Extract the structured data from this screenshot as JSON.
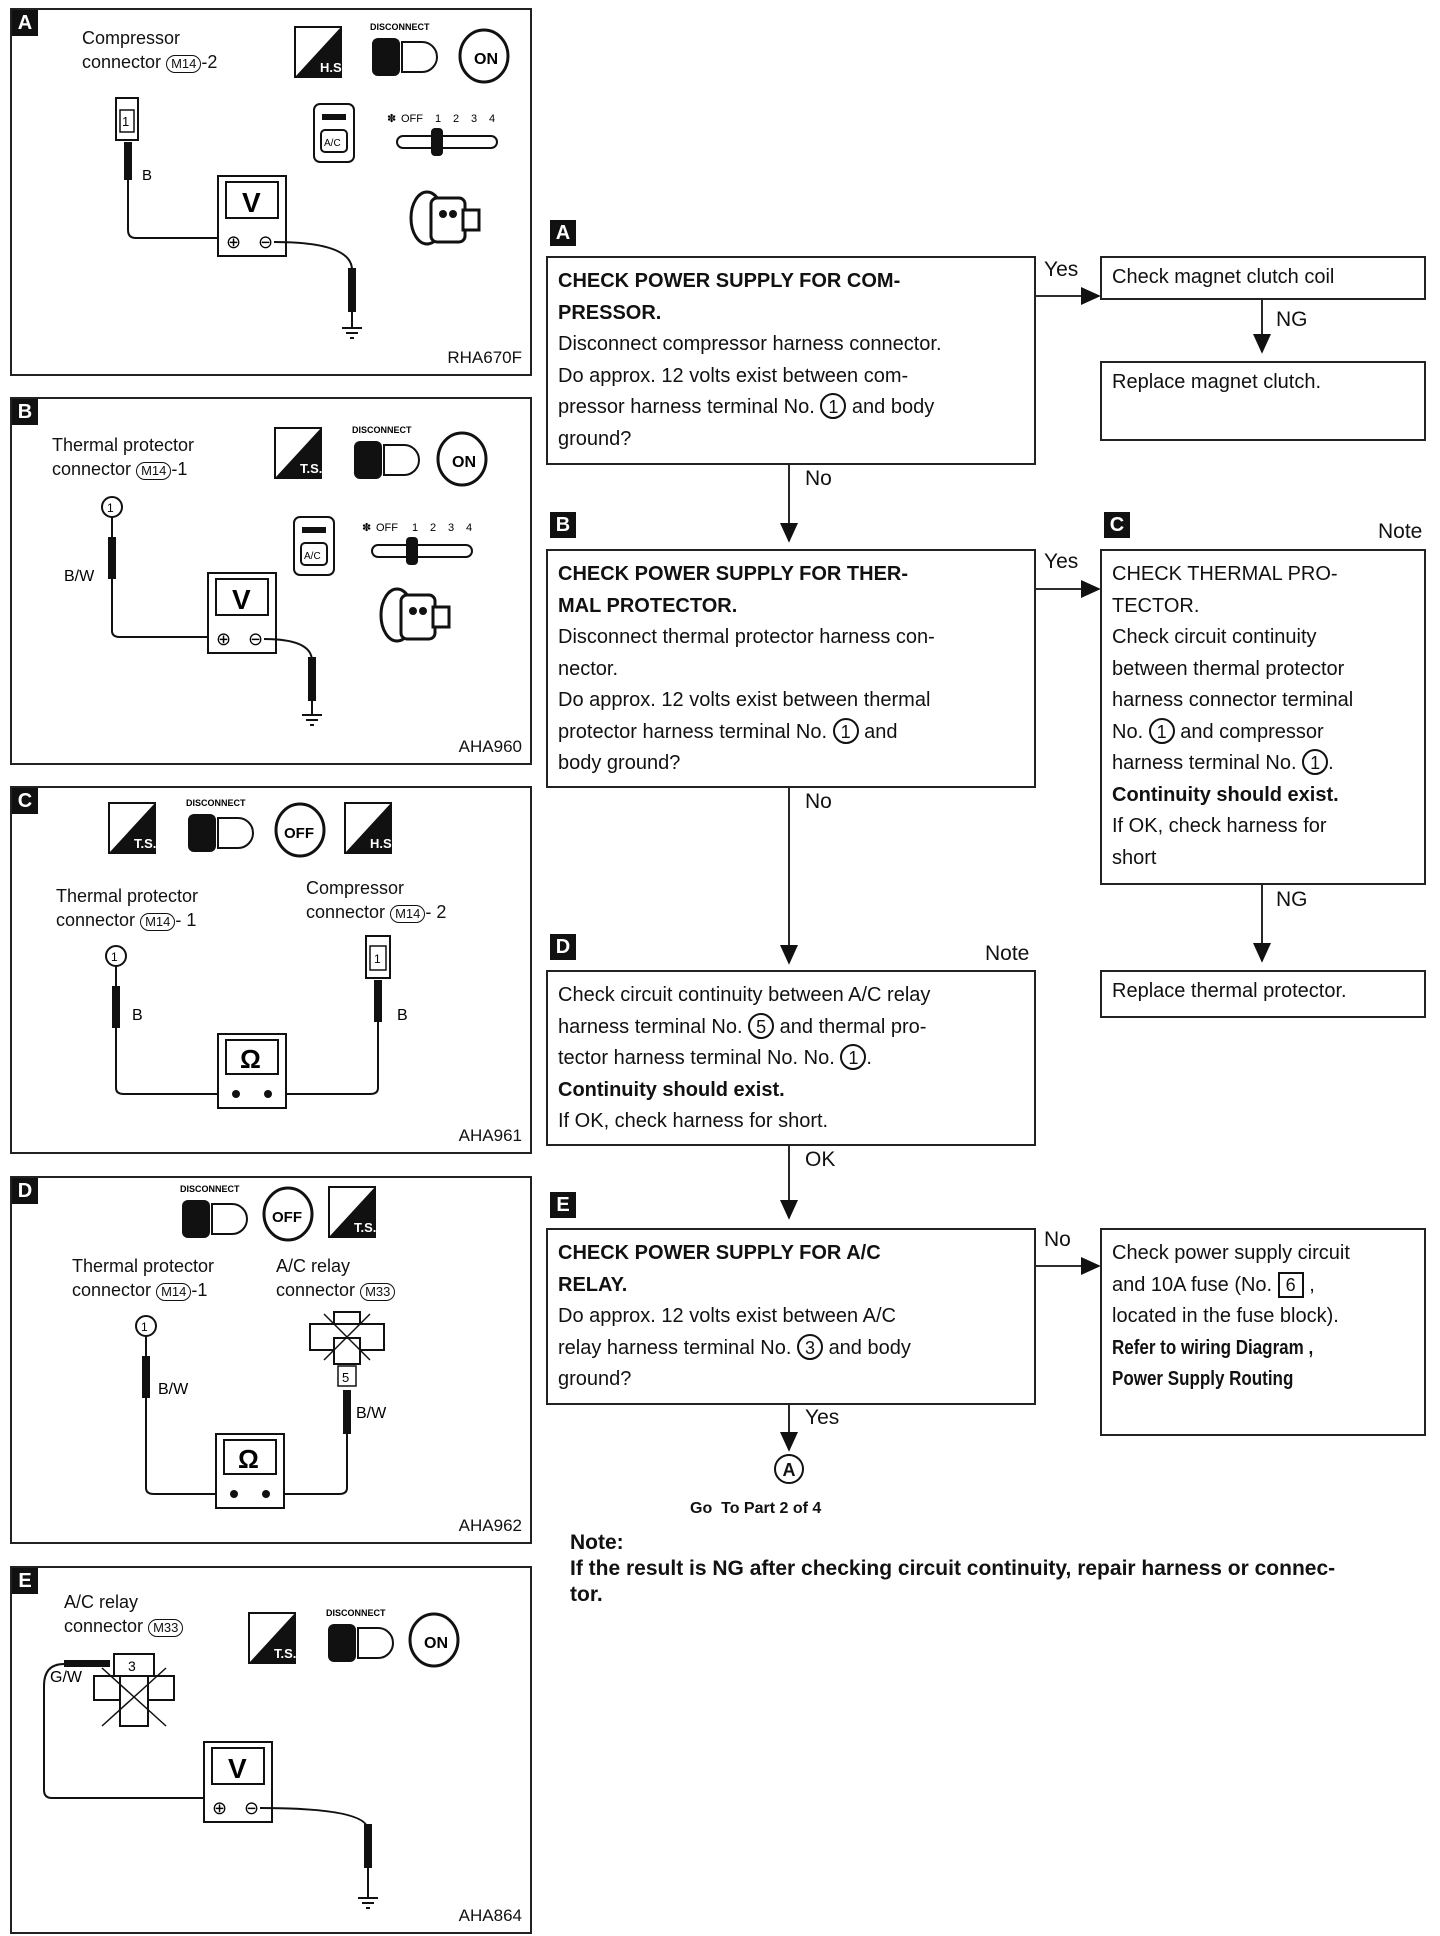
{
  "panels": {
    "a": {
      "tag": "A",
      "connector_line1": "Compressor",
      "connector_line2": "connector",
      "conn_id": "M14",
      "conn_suffix": "-2",
      "wire": "B",
      "code": "RHA670F",
      "hs": "H.S.",
      "disc": "DISCONNECT",
      "on": "ON",
      "ac": "A/C",
      "fan": "OFF",
      "speeds": [
        "1",
        "2",
        "3",
        "4"
      ],
      "pin": "1",
      "meter": "V"
    },
    "b": {
      "tag": "B",
      "connector_line1": "Thermal protector",
      "connector_line2": "connector",
      "conn_id": "M14",
      "conn_suffix": "-1",
      "wire": "B/W",
      "code": "AHA960",
      "ts": "T.S.",
      "disc": "DISCONNECT",
      "on": "ON",
      "ac": "A/C",
      "fan": "OFF",
      "speeds": [
        "1",
        "2",
        "3",
        "4"
      ],
      "pin": "1",
      "meter": "V"
    },
    "c": {
      "tag": "C",
      "left_line1": "Thermal protector",
      "left_line2": "connector",
      "left_id": "M14",
      "left_suffix": "- 1",
      "right_line1": "Compressor",
      "right_line2": "connector",
      "right_id": "M14",
      "right_suffix": "- 2",
      "wire_left": "B",
      "wire_right": "B",
      "code": "AHA961",
      "ts": "T.S.",
      "hs": "H.S.",
      "disc": "DISCONNECT",
      "off": "OFF",
      "pin_left": "1",
      "pin_right": "1",
      "meter": "Ω"
    },
    "d": {
      "tag": "D",
      "left_line1": "Thermal protector",
      "left_line2": "connector",
      "left_id": "M14",
      "left_suffix": "-1",
      "right_line1": "A/C relay",
      "right_line2": "connector",
      "right_id": "M33",
      "wire_left": "B/W",
      "wire_right": "B/W",
      "code": "AHA962",
      "ts": "T.S.",
      "disc": "DISCONNECT",
      "off": "OFF",
      "pin_left": "1",
      "pin_right": "5",
      "meter": "Ω"
    },
    "e": {
      "tag": "E",
      "connector_line1": "A/C relay",
      "connector_line2": "connector",
      "conn_id": "M33",
      "wire": "G/W",
      "code": "AHA864",
      "ts": "T.S.",
      "disc": "DISCONNECT",
      "on": "ON",
      "pin": "3",
      "meter": "V"
    }
  },
  "flow": {
    "a": {
      "tag": "A",
      "title1": "CHECK POWER SUPPLY FOR COM-",
      "title2": "PRESSOR.",
      "l1": "Disconnect compressor harness connector.",
      "l2": "Do approx. 12 volts exist between com-",
      "l3a": "pressor harness terminal No.",
      "l3n": "1",
      "l3b": "and body",
      "l4": "ground?"
    },
    "a_yes": {
      "label": "Yes",
      "box1": "Check magnet clutch coil",
      "ng": "NG",
      "box2": "Replace magnet clutch."
    },
    "a_no": "No",
    "b": {
      "tag": "B",
      "title1": "CHECK POWER SUPPLY FOR THER-",
      "title2": "MAL PROTECTOR.",
      "l1": "Disconnect thermal protector harness con-",
      "l2": "nector.",
      "l3": "Do approx. 12 volts exist between thermal",
      "l4a": "protector harness terminal No.",
      "l4n": "1",
      "l4b": "and",
      "l5": "body ground?"
    },
    "b_yes": "Yes",
    "c": {
      "tag": "C",
      "note": "Note",
      "l1": "CHECK THERMAL PRO-",
      "l2": "TECTOR.",
      "l3": "Check circuit continuity",
      "l4": "between thermal protector",
      "l5": "harness connector terminal",
      "l6a": "No.",
      "l6n": "1",
      "l6b": "and compressor",
      "l7a": "harness terminal No.",
      "l7n": "1",
      "l7b": ".",
      "l8": "Continuity should exist.",
      "l9": "If OK, check harness for",
      "l10": "short",
      "ng": "NG",
      "replace": "Replace thermal protector."
    },
    "b_no": "No",
    "d": {
      "tag": "D",
      "note": "Note",
      "l1": "Check circuit continuity between A/C relay",
      "l2a": "harness terminal No.",
      "l2n": "5",
      "l2b": "and thermal pro-",
      "l3a": "tector harness terminal No. No.",
      "l3n": "1",
      "l3b": ".",
      "l4": "Continuity should exist.",
      "l5": "If OK, check harness for short."
    },
    "d_ok": "OK",
    "e": {
      "tag": "E",
      "title1": "CHECK POWER SUPPLY FOR A/C",
      "title2": "RELAY.",
      "l1": "Do approx. 12 volts exist between A/C",
      "l2a": "relay harness terminal No.",
      "l2n": "3",
      "l2b": "and body",
      "l3": "ground?"
    },
    "e_no": "No",
    "e_box": {
      "l1": "Check power supply circuit",
      "l2a": "and 10A fuse (No.",
      "l2n": "6",
      "l2b": ",",
      "l3": "located in the fuse block).",
      "l4": "Refer to wiring Diagram ,",
      "l5": "Power Supply Routing"
    },
    "e_yes": "Yes",
    "goto_circle": "A",
    "goto": "Go  To Part 2 of 4"
  },
  "note": {
    "title": "Note:",
    "text1": "If the result is NG after checking circuit continuity, repair harness or connec-",
    "text2": "tor."
  }
}
